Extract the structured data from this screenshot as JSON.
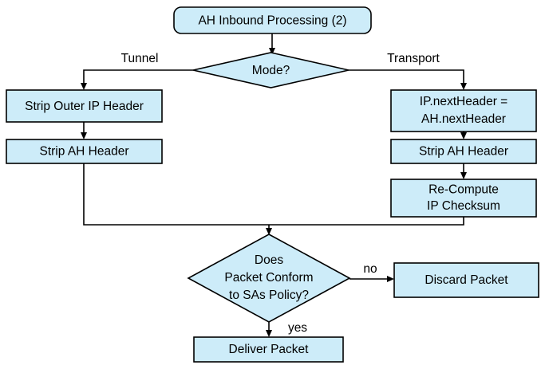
{
  "diagram": {
    "title": "AH Inbound Processing (2)",
    "style": {
      "node_fill": "#cdecf9",
      "node_stroke": "#000000",
      "text_color": "#000000",
      "background": "#ffffff"
    },
    "nodes": {
      "start": {
        "label": "AH Inbound Processing (2)",
        "shape": "rounded-rect"
      },
      "mode_decision": {
        "label": "Mode?",
        "shape": "diamond"
      },
      "strip_outer_ip": {
        "label": "Strip Outer IP Header",
        "shape": "rect"
      },
      "strip_ah_tunnel": {
        "label": "Strip AH Header",
        "shape": "rect"
      },
      "next_header": {
        "label_line1": "IP.nextHeader =",
        "label_line2": "AH.nextHeader",
        "shape": "rect"
      },
      "strip_ah_transport": {
        "label": "Strip AH Header",
        "shape": "rect"
      },
      "recompute_checksum": {
        "label_line1": "Re-Compute",
        "label_line2": "IP Checksum",
        "shape": "rect"
      },
      "conform_decision": {
        "label_line1": "Does",
        "label_line2": "Packet Conform",
        "label_line3": "to SAs Policy?",
        "shape": "diamond"
      },
      "discard_packet": {
        "label": "Discard Packet",
        "shape": "rect"
      },
      "deliver_packet": {
        "label": "Deliver Packet",
        "shape": "rect"
      }
    },
    "edge_labels": {
      "tunnel": "Tunnel",
      "transport": "Transport",
      "no": "no",
      "yes": "yes"
    }
  }
}
